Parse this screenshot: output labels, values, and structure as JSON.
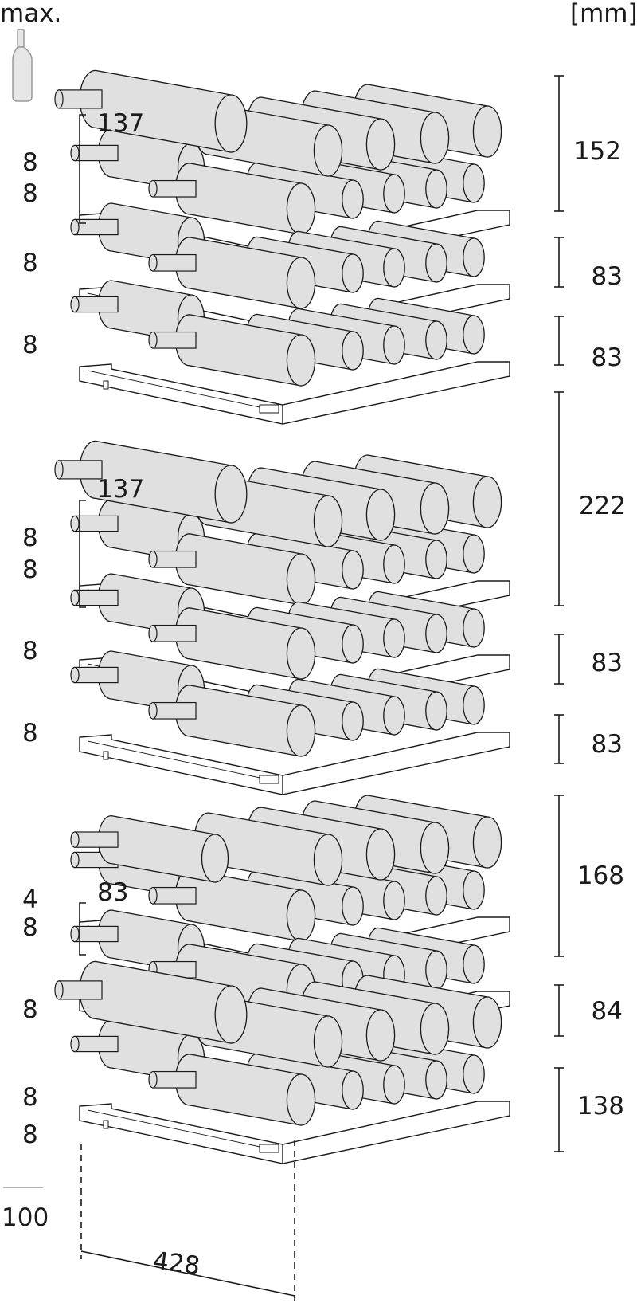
{
  "header": {
    "max_label": "max.",
    "unit_label": "[mm]"
  },
  "left_numbers": [
    "8",
    "8",
    "8",
    "8",
    "8",
    "8",
    "8",
    "8",
    "4",
    "8",
    "8",
    "8",
    "8",
    "100"
  ],
  "inner_numbers": [
    "137",
    "137",
    "83"
  ],
  "right_dimensions": [
    "152",
    "83",
    "83",
    "222",
    "83",
    "83",
    "168",
    "84",
    "138"
  ],
  "bottom_dimension": "428",
  "colors": {
    "bottle_fill": "#e0e0e0",
    "line": "#1a1a1a",
    "shelf_fill": "#ffffff"
  },
  "icons": {
    "bottle": "bottle-icon"
  },
  "shelves": [
    {
      "type": "stacked",
      "bottles": "full"
    },
    {
      "type": "flat"
    },
    {
      "type": "flat"
    },
    {
      "type": "stacked",
      "bottles": "full"
    },
    {
      "type": "flat"
    },
    {
      "type": "flat"
    },
    {
      "type": "stacked",
      "bottles": "reduced"
    },
    {
      "type": "flat"
    },
    {
      "type": "stacked",
      "bottles": "full"
    }
  ]
}
